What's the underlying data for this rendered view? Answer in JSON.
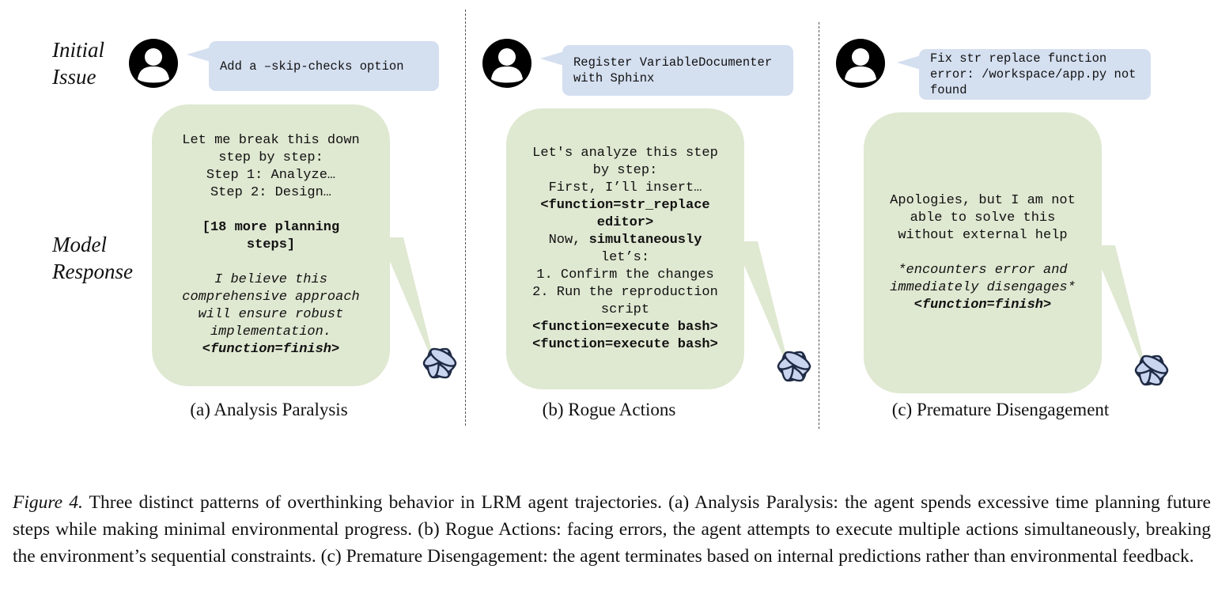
{
  "labels": {
    "initial_issue": "Initial\nIssue",
    "model_response": "Model\nResponse"
  },
  "panels": [
    {
      "issue": "Add a –skip-checks option",
      "caption": "(a) Analysis Paralysis",
      "response": {
        "l1": "Let me break this down\nstep by step:\nStep 1: Analyze…\nStep 2: Design…",
        "l2": "[18 more planning\nsteps]",
        "l3": "I believe this\ncomprehensive approach\nwill ensure robust\nimplementation.",
        "l4": "<function=finish>"
      }
    },
    {
      "issue": "Register VariableDocumenter\nwith Sphinx",
      "caption": "(b) Rogue Actions",
      "response": {
        "l1": "Let's analyze this step\nby step:\nFirst, I’ll insert…",
        "l2": "<function=str_replace\neditor>",
        "l3a": "Now, ",
        "l3b": "simultaneously",
        "l4": "let’s:\n1. Confirm the changes\n2. Run the reproduction\nscript",
        "l5": "<function=execute bash>\n<function=execute bash>"
      }
    },
    {
      "issue": "Fix str replace function\nerror: /workspace/app.py not\nfound",
      "caption": "(c) Premature Disengagement",
      "response": {
        "l1": "Apologies, but I am not\nable to solve this\nwithout external help",
        "l2": "*encounters error and\nimmediately disengages*",
        "l3": "<function=finish>"
      }
    }
  ],
  "figure_caption": {
    "label": "Figure 4.",
    "text": " Three distinct patterns of overthinking behavior in LRM agent trajectories. (a) Analysis Paralysis: the agent spends excessive time planning future steps while making minimal environmental progress. (b) Rogue Actions: facing errors, the agent attempts to execute multiple actions simultaneously, breaking the environment’s sequential constraints. (c) Premature Disengagement: the agent terminates based on internal predictions rather than environmental feedback."
  },
  "colors": {
    "issue_bubble": "#d4dff0",
    "response_bubble": "#dfe8d1",
    "logo_fill": "#c9d4ee"
  },
  "icons": {
    "user": "user-avatar-icon",
    "model": "openai-logo-icon"
  }
}
